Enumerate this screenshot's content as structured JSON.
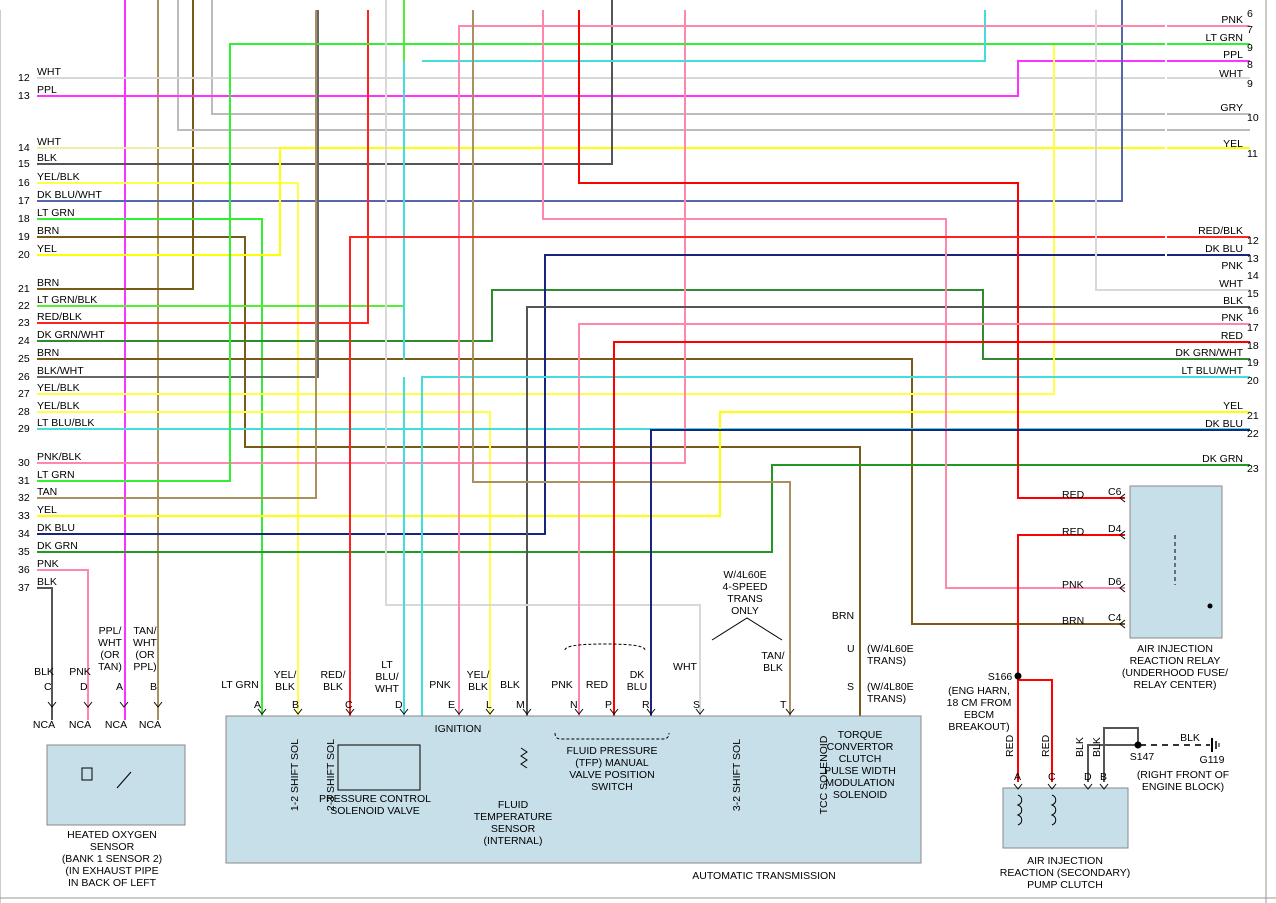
{
  "colors": {
    "WHT": "#d8d8d8",
    "PPL": "#ff33ff",
    "GRY": "#bbbbbb",
    "BLK": "#555555",
    "YEL": "#ffff00",
    "YELBLK": "#ffff44",
    "DKBLU": "#1a237e",
    "LTGRN": "#33ee33",
    "BRN": "#7a5a1a",
    "LTGRNBLK": "#55ee33",
    "REDBLK": "#ff2222",
    "DKGRNWHT": "#2e8b2e",
    "BLKWHT": "#666666",
    "LTBLU": "#44dddd",
    "PNK": "#ff88aa",
    "TAN": "#a89060",
    "DKGRN": "#229922",
    "RED": "#ff0000",
    "DKBLUWHT": "#5566aa",
    "PNKBLK": "#ff88aa",
    "box": "#c7dfe8"
  },
  "left_wires": [
    {
      "num": "12",
      "label": "WHT"
    },
    {
      "num": "13",
      "label": "PPL"
    },
    {
      "num": "14",
      "label": "WHT"
    },
    {
      "num": "15",
      "label": "BLK"
    },
    {
      "num": "16",
      "label": "YEL/BLK"
    },
    {
      "num": "17",
      "label": "DK BLU/WHT"
    },
    {
      "num": "18",
      "label": "LT GRN"
    },
    {
      "num": "19",
      "label": "BRN"
    },
    {
      "num": "20",
      "label": "YEL"
    },
    {
      "num": "21",
      "label": "BRN"
    },
    {
      "num": "22",
      "label": "LT GRN/BLK"
    },
    {
      "num": "23",
      "label": "RED/BLK"
    },
    {
      "num": "24",
      "label": "DK GRN/WHT"
    },
    {
      "num": "25",
      "label": "BRN"
    },
    {
      "num": "26",
      "label": "BLK/WHT"
    },
    {
      "num": "27",
      "label": "YEL/BLK"
    },
    {
      "num": "28",
      "label": "YEL/BLK"
    },
    {
      "num": "29",
      "label": "LT BLU/BLK"
    },
    {
      "num": "30",
      "label": "PNK/BLK"
    },
    {
      "num": "31",
      "label": "LT GRN"
    },
    {
      "num": "32",
      "label": "TAN"
    },
    {
      "num": "33",
      "label": "YEL"
    },
    {
      "num": "34",
      "label": "DK BLU"
    },
    {
      "num": "35",
      "label": "DK GRN"
    },
    {
      "num": "36",
      "label": "PNK"
    },
    {
      "num": "37",
      "label": "BLK"
    }
  ],
  "right_wires": [
    {
      "num": "6",
      "label": ""
    },
    {
      "num": "7",
      "label": "PNK"
    },
    {
      "num": "9",
      "label": "LT GRN"
    },
    {
      "num": "8",
      "label": "PPL"
    },
    {
      "num": "9",
      "label": "WHT"
    },
    {
      "num": "10",
      "label": "GRY"
    },
    {
      "num": "11",
      "label": "YEL"
    },
    {
      "num": "12",
      "label": "RED/BLK"
    },
    {
      "num": "13",
      "label": "DK BLU"
    },
    {
      "num": "14",
      "label": "PNK"
    },
    {
      "num": "15",
      "label": "WHT"
    },
    {
      "num": "16",
      "label": "BLK"
    },
    {
      "num": "17",
      "label": "PNK"
    },
    {
      "num": "18",
      "label": "RED"
    },
    {
      "num": "19",
      "label": "DK GRN/WHT"
    },
    {
      "num": "20",
      "label": "LT BLU/WHT"
    },
    {
      "num": "21",
      "label": "YEL"
    },
    {
      "num": "22",
      "label": "DK BLU"
    },
    {
      "num": "23",
      "label": "DK GRN"
    }
  ],
  "o2": {
    "pins": [
      "C",
      "D",
      "A",
      "B"
    ],
    "wires": [
      "BLK",
      "PNK",
      "PPL/\nWHT\n(OR\nTAN)",
      "TAN/\nWHT\n(OR\nPPL)"
    ],
    "nca": "NCA",
    "title": "HEATED OXYGEN\nSENSOR\n(BANK 1 SENSOR 2)\n(IN EXHAUST PIPE\nIN BACK OF LEFT"
  },
  "trans": {
    "pins": [
      "A",
      "B",
      "C",
      "D",
      "E",
      "L",
      "M",
      "N",
      "P",
      "R",
      "S",
      "T",
      "U"
    ],
    "wires": [
      "LT GRN",
      "YEL/\nBLK",
      "RED/\nBLK",
      "LT\nBLU/\nWHT",
      "PNK",
      "YEL/\nBLK",
      "BLK",
      "PNK",
      "RED",
      "DK\nBLU",
      "WHT",
      "TAN/\nBLK",
      "BRN"
    ],
    "shift12": "1-2 SHIFT SOL",
    "shift23": "2-3 SHIFT SOL",
    "pcs": "PRESSURE CONTROL\nSOLENOID VALVE",
    "ignition": "IGNITION",
    "fts": "FLUID\nTEMPERATURE\nSENSOR\n(INTERNAL)",
    "tfp": "FLUID PRESSURE\n(TFP) MANUAL\nVALVE POSITION\nSWITCH",
    "shift32": "3-2 SHIFT SOL",
    "tcc": "TCC SOLENOID",
    "tccpwm": "TORQUE\nCONVERTOR\nCLUTCH\nPULSE WIDTH\nMODULATION\nSOLENOID",
    "title": "AUTOMATIC TRANSMISSION",
    "w4l60e": "W/4L60E\n4-SPEED\nTRANS\nONLY",
    "u_note": "(W/4L60E\nTRANS)",
    "s_note": "(W/4L80E\nTRANS)",
    "u_pin": "U",
    "s_pin": "S"
  },
  "relay": {
    "pins": [
      "C6",
      "D4",
      "D6",
      "C4"
    ],
    "wires": [
      "RED",
      "RED",
      "PNK",
      "BRN"
    ],
    "title": "AIR INJECTION\nREACTION RELAY\n(UNDERHOOD FUSE/\nRELAY CENTER)"
  },
  "pump": {
    "pins": [
      "A",
      "C",
      "D",
      "B"
    ],
    "wires": [
      "RED",
      "RED",
      "BLK",
      "BLK"
    ],
    "title": "AIR INJECTION\nREACTION (SECONDARY)\nPUMP CLUTCH",
    "s166": "S166",
    "s166note": "(ENG HARN,\n18 CM FROM\nEBCM\nBREAKOUT)",
    "s147": "S147",
    "blk": "BLK",
    "g119": "G119",
    "g119note": "(RIGHT FRONT OF\nENGINE BLOCK)"
  }
}
